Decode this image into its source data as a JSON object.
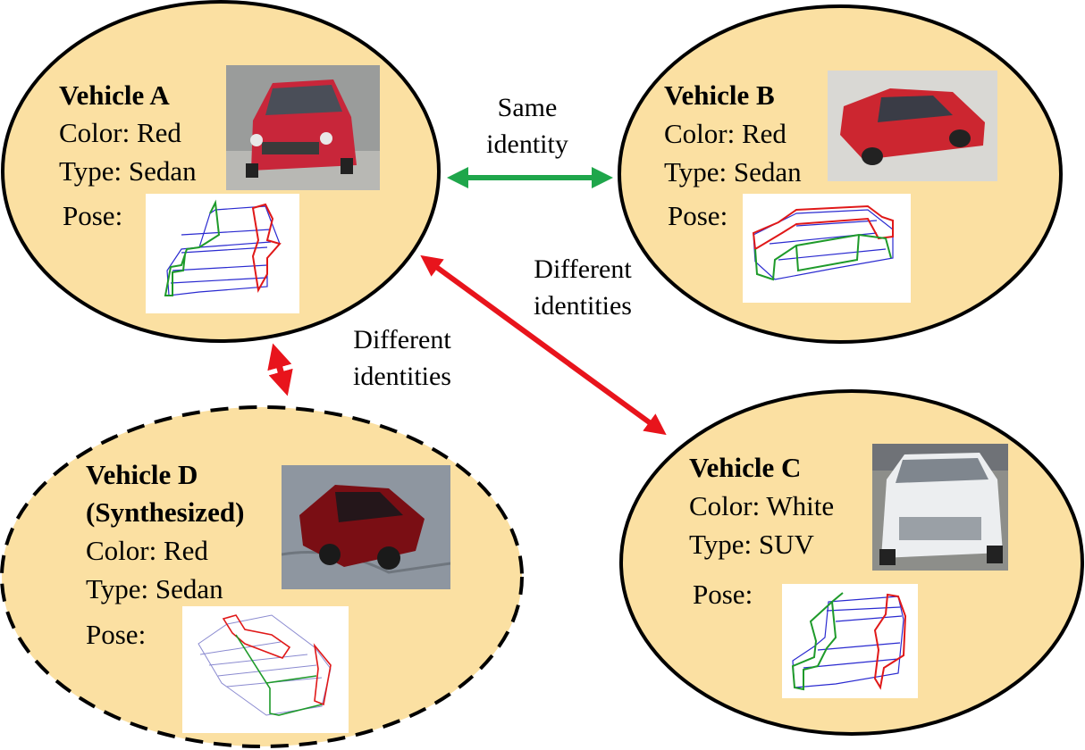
{
  "vehicles": {
    "a": {
      "title": "Vehicle A",
      "color": "Color: Red",
      "type": "Type: Sedan",
      "pose": "Pose:",
      "image": "red-sedan-photo",
      "pose_image": "3d-pose-wireframe"
    },
    "b": {
      "title": "Vehicle B",
      "color": "Color: Red",
      "type": "Type: Sedan",
      "pose": "Pose:",
      "image": "red-sedan-side-photo",
      "pose_image": "3d-pose-wireframe"
    },
    "c": {
      "title": "Vehicle C",
      "color": "Color: White",
      "type": "Type: SUV",
      "pose": "Pose:",
      "image": "white-suv-photo",
      "pose_image": "3d-pose-wireframe"
    },
    "d": {
      "title_line1": "Vehicle D",
      "title_line2": "(Synthesized)",
      "color": "Color: Red",
      "type": "Type: Sedan",
      "pose": "Pose:",
      "image": "synthesized-red-sedan-render",
      "pose_image": "3d-pose-wireframe"
    }
  },
  "relations": {
    "ab": {
      "line1": "Same",
      "line2": "identity",
      "arrow_color": "#1fa64b"
    },
    "ac": {
      "line1": "Different",
      "line2": "identities",
      "arrow_color": "#e8141c"
    },
    "ad": {
      "line1": "Different",
      "line2": "identities",
      "arrow_color": "#e8141c"
    }
  },
  "colors": {
    "ellipse_fill": "#fbe0a2",
    "ellipse_stroke": "#000000"
  }
}
